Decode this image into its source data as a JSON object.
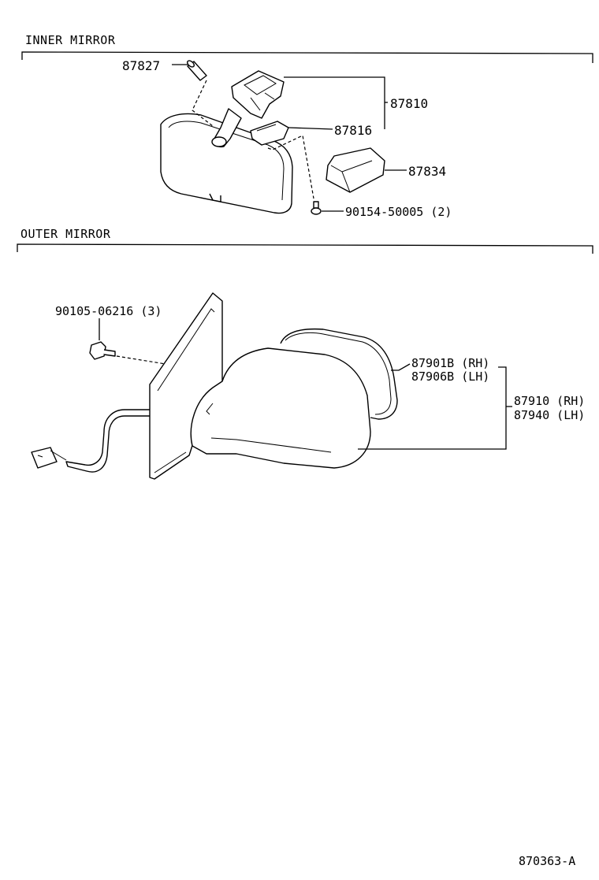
{
  "sections": {
    "inner": "INNER MIRROR",
    "outer": "OUTER MIRROR"
  },
  "inner_parts": {
    "p87827": "87827",
    "p87810": "87810",
    "p87816": "87816",
    "p87834": "87834",
    "p90154": "90154-50005 (2)"
  },
  "outer_parts": {
    "p90105": "90105-06216 (3)",
    "p87901b": "87901B (RH)",
    "p87906b": "87906B (LH)",
    "p87910": "87910 (RH)",
    "p87940": "87940 (LH)"
  },
  "figure_code": "870363-A"
}
